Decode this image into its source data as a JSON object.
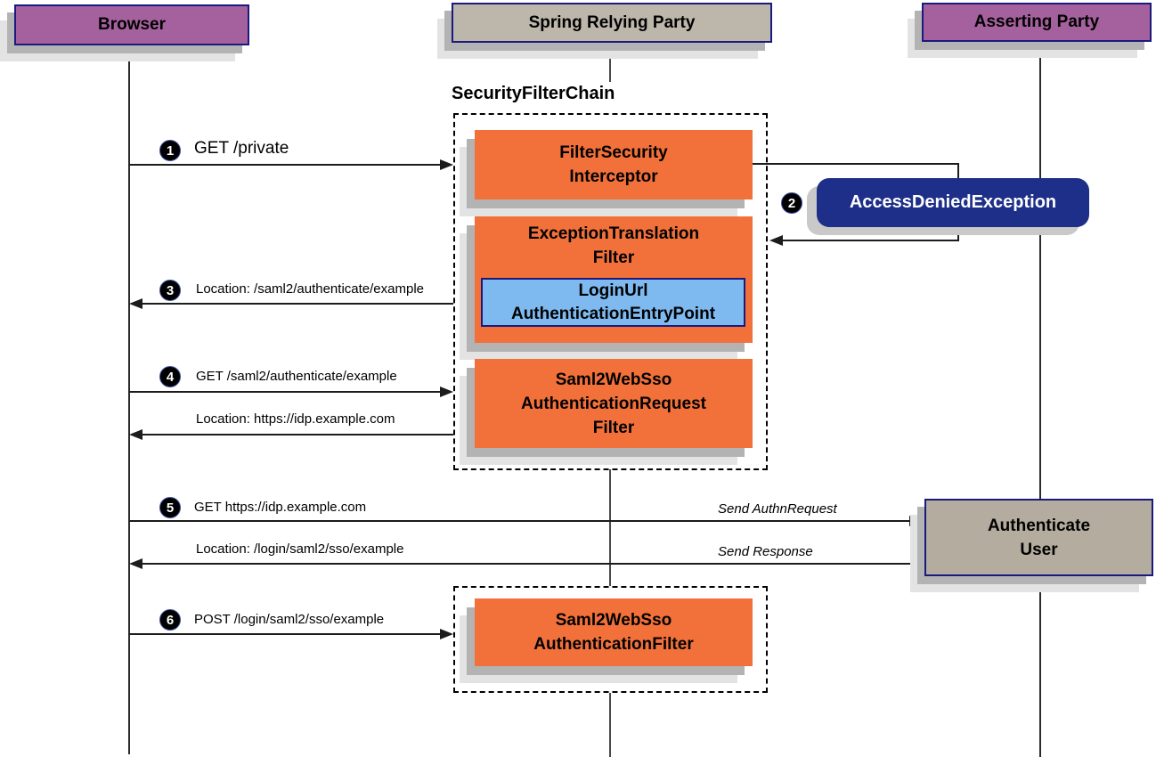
{
  "actors": {
    "browser": "Browser",
    "relying_party": "Spring Relying Party",
    "asserting_party": "Asserting Party"
  },
  "security_filter_chain": {
    "label": "SecurityFilterChain",
    "filter_security_interceptor": "FilterSecurity\nInterceptor",
    "exception_translation_filter": "ExceptionTranslation\nFilter",
    "login_url_authentication_entry_point": "LoginUrl\nAuthenticationEntryPoint",
    "saml2_authentication_request_filter": "Saml2WebSso\nAuthenticationRequest\nFilter",
    "saml2_authentication_filter": "Saml2WebSso\nAuthenticationFilter"
  },
  "exception_box": "AccessDeniedException",
  "asserting_party_action": "Authenticate\nUser",
  "messages": {
    "step1": {
      "num": "1",
      "text": "GET /private"
    },
    "step2": {
      "num": "2"
    },
    "step3": {
      "num": "3",
      "text": "Location: /saml2/authenticate/example"
    },
    "step4": {
      "num": "4",
      "text": "GET /saml2/authenticate/example"
    },
    "step4_response": "Location: https://idp.example.com",
    "step5": {
      "num": "5",
      "text": "GET https://idp.example.com"
    },
    "step5_note": "Send AuthnRequest",
    "step5_response": "Location: /login/saml2/sso/example",
    "step5_response_note": "Send Response",
    "step6": {
      "num": "6",
      "text": "POST /login/saml2/sso/example"
    }
  },
  "colors": {
    "actor_purple": "#a5619e",
    "actor_tan": "#bdb7ab",
    "action_tan": "#b3ac9f",
    "filter_orange": "#f2713b",
    "entry_blue": "#7ebaf0",
    "exception_navy": "#1d2f88",
    "border_navy": "#1a1a7e",
    "line_black": "#1c1c1c"
  }
}
